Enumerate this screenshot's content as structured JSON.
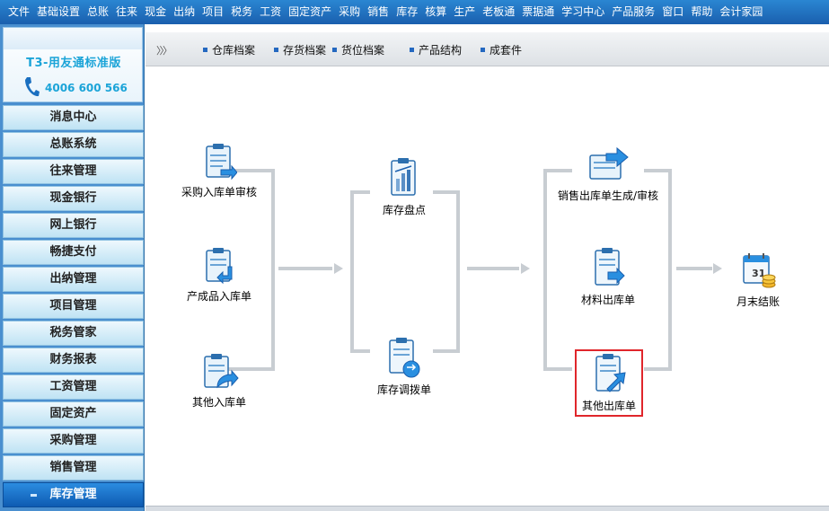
{
  "menu": [
    "文件",
    "基础设置",
    "总账",
    "往来",
    "现金",
    "出纳",
    "项目",
    "税务",
    "工资",
    "固定资产",
    "采购",
    "销售",
    "库存",
    "核算",
    "生产",
    "老板通",
    "票据通",
    "学习中心",
    "产品服务",
    "窗口",
    "帮助",
    "会计家园"
  ],
  "brand": {
    "title": "T3-用友通标准版",
    "phone": "4006 600 566"
  },
  "nav": [
    "消息中心",
    "总账系统",
    "往来管理",
    "现金银行",
    "网上银行",
    "畅捷支付",
    "出纳管理",
    "项目管理",
    "税务管家",
    "财务报表",
    "工资管理",
    "固定资产",
    "采购管理",
    "销售管理",
    "库存管理"
  ],
  "nav_active": "库存管理",
  "toolbar": {
    "arrows": "〉〉〉",
    "items": [
      "仓库档案",
      "存货档案",
      "货位档案",
      "产品结构",
      "成套件"
    ]
  },
  "flow": {
    "in1": "采购入库单审核",
    "in2": "产成品入库单",
    "in3": "其他入库单",
    "mid1": "库存盘点",
    "mid2": "库存调拨单",
    "out1": "销售出库单生成/审核",
    "out2": "材料出库单",
    "out3": "其他出库单",
    "end": "月末结账"
  },
  "colors": {
    "menubar": "#1a5fae",
    "accent": "#1ba4d8",
    "selected_border": "#e0262b",
    "connector": "#c8cdd2"
  }
}
